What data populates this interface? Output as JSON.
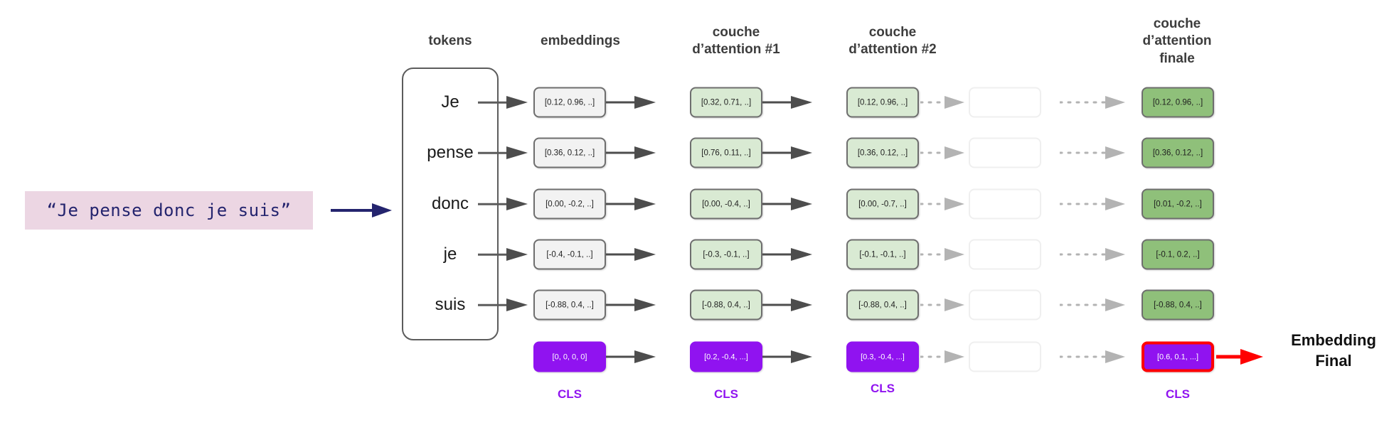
{
  "input": {
    "sentence": "“Je pense donc je suis”",
    "box_color": "#ecd6e3",
    "text_color": "#24246e",
    "arrow_color": "#24246e"
  },
  "headers": {
    "tokens": "tokens",
    "embeddings": "embeddings",
    "attention1": "couche\nd’attention #1",
    "attention2": "couche\nd’attention #2",
    "attention_final": "couche\nd’attention\nfinale"
  },
  "tokens": [
    "Je",
    "pense",
    "donc",
    "je",
    "suis"
  ],
  "columns": {
    "embeddings": {
      "fill": "#f2f2f2",
      "values": [
        "[0.12, 0.96, ..]",
        "[0.36, 0.12, ..]",
        "[0.00, -0.2, ..]",
        "[-0.4, -0.1, ..]",
        "[-0.88, 0.4, ..]"
      ],
      "cls": "[0, 0, 0, 0]"
    },
    "attention1": {
      "fill": "#d9ead3",
      "values": [
        "[0.32, 0.71, ..]",
        "[0.76, 0.11, ..]",
        "[0.00, -0.4, ..]",
        "[-0.3, -0.1, ..]",
        "[-0.88, 0.4, ..]"
      ],
      "cls": "[0.2, -0.4, ...]"
    },
    "attention2": {
      "fill": "#d9ead3",
      "values": [
        "[0.12, 0.96, ..]",
        "[0.36, 0.12, ..]",
        "[0.00, -0.7, ..]",
        "[-0.1, -0.1, ..]",
        "[-0.88, 0.4, ..]"
      ],
      "cls": "[0.3, -0.4, ...]"
    },
    "hidden": {
      "fill": "#ffffff",
      "values": [
        "",
        "",
        "",
        "",
        ""
      ],
      "cls": ""
    },
    "attention_final": {
      "fill": "#8fc07a",
      "values": [
        "[0.12, 0.96, ..]",
        "[0.36, 0.12, ..]",
        "[0.01, -0.2, ..]",
        "[-0.1, 0.2, ..]",
        "[-0.88, 0.4, ..]"
      ],
      "cls": "[0.6, 0.1, ...]"
    }
  },
  "cls_labels": {
    "embeddings": "CLS",
    "attention1": "CLS",
    "attention2": "CLS",
    "attention_final": "CLS",
    "color": "#9013f0"
  },
  "output": {
    "label": "Embedding\nFinal",
    "highlight_color": "#ff0000",
    "cls_fill": "#9013f0"
  }
}
